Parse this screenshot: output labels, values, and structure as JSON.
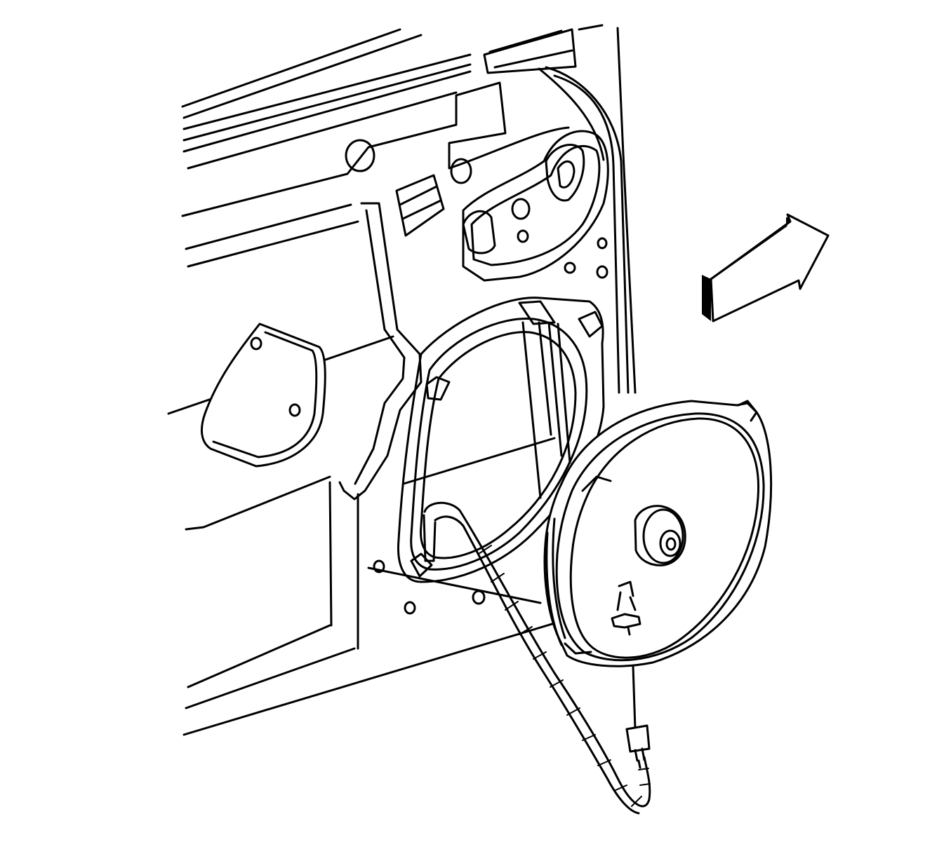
{
  "diagram": {
    "line_color": "#000000",
    "background_color": "#ffffff",
    "components": [
      {
        "id": "door-inner-panel",
        "icon": "door-panel-icon"
      },
      {
        "id": "speaker-opening",
        "icon": "speaker-opening-icon"
      },
      {
        "id": "door-speaker",
        "icon": "speaker-icon"
      },
      {
        "id": "speaker-wiring-harness",
        "icon": "wire-harness-icon"
      },
      {
        "id": "speaker-electrical-connector",
        "icon": "connector-icon"
      },
      {
        "id": "access-hole-cover",
        "icon": "cover-plate-icon"
      },
      {
        "id": "vehicle-front-direction-arrow",
        "icon": "arrow-icon"
      }
    ]
  }
}
